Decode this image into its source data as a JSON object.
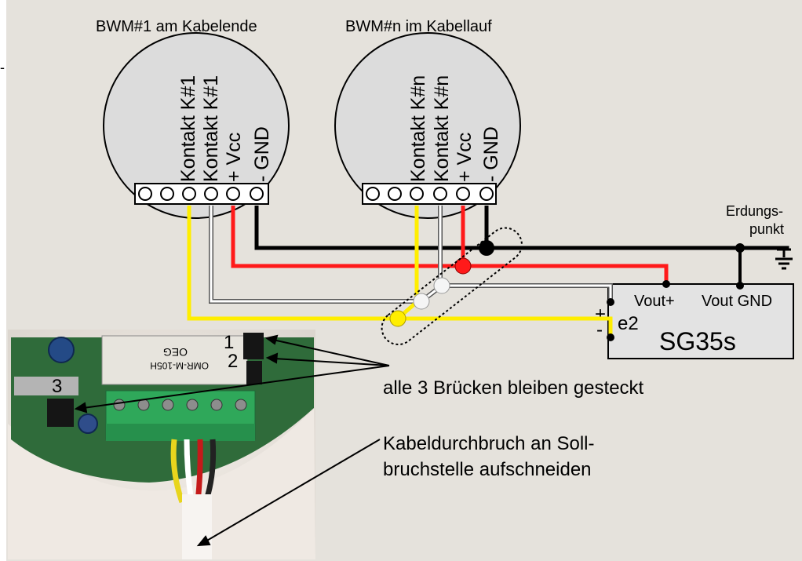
{
  "colors": {
    "background": "#e5e2dc",
    "wire_yellow": "#ffee00",
    "wire_white": "#ffffff",
    "wire_red": "#ff1a1a",
    "wire_black": "#000000",
    "pcb_green": "#2f6b3a",
    "terminal_green": "#2fa85a"
  },
  "detectors": [
    {
      "title": "BWM#1 am Kabelende",
      "pins": [
        "Kontakt K#1",
        "Kontakt K#1",
        "+ Vcc",
        "- GND"
      ]
    },
    {
      "title": "BWM#n im Kabellauf",
      "pins": [
        "Kontakt K#n",
        "Kontakt K#n",
        "+ Vcc",
        "- GND"
      ]
    }
  ],
  "ground": {
    "label_line1": "Erdungs-",
    "label_line2": "punkt",
    "icon": "ground-icon"
  },
  "module": {
    "name": "SG35s",
    "input_label": "e2",
    "plus_sign": "+",
    "minus_sign": "-",
    "vout_plus": "Vout+",
    "vout_gnd": "Vout GND"
  },
  "photo": {
    "jumper_labels": [
      "1",
      "2",
      "3"
    ],
    "relay_text_line1": "OMR-M-105H",
    "relay_text_line2": "OEG"
  },
  "notes": {
    "bridges": "alle 3 Brücken bleiben gesteckt",
    "cable_line1": "Kabeldurchbruch an Soll-",
    "cable_line2": "bruchstelle aufschneiden"
  },
  "stray_mark": "-"
}
